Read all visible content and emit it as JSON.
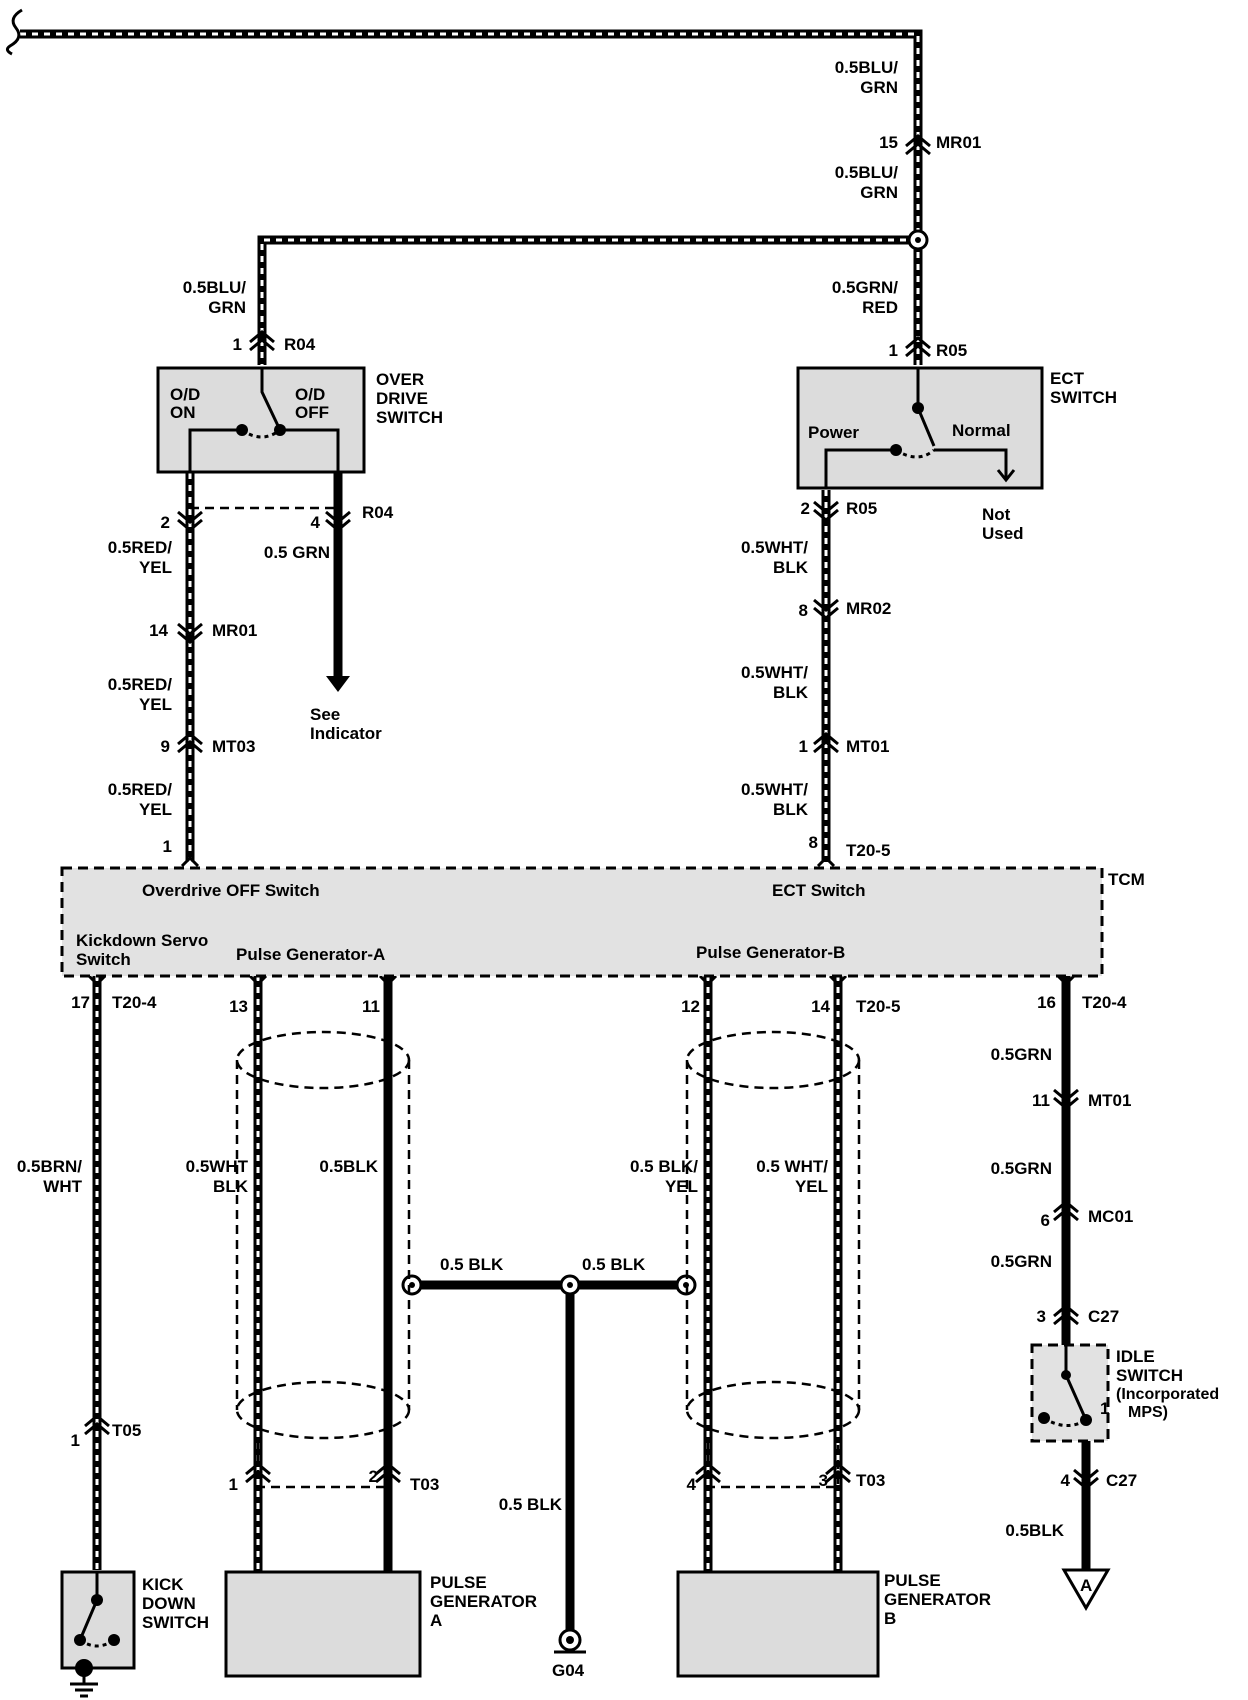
{
  "wires": {
    "top_a": [
      "0.5BLU/",
      "GRN"
    ],
    "top_b": [
      "0.5BLU/",
      "GRN"
    ],
    "od_feed": [
      "0.5BLU/",
      "GRN"
    ],
    "ect_feed": [
      "0.5GRN/",
      "RED"
    ],
    "od_out_1": [
      "0.5RED/",
      "YEL"
    ],
    "od_out_2": [
      "0.5RED/",
      "YEL"
    ],
    "od_out_3": [
      "0.5RED/",
      "YEL"
    ],
    "od_grn": "0.5 GRN",
    "ect_out_1": [
      "0.5WHT/",
      "BLK"
    ],
    "ect_out_2": [
      "0.5WHT/",
      "BLK"
    ],
    "ect_out_3": [
      "0.5WHT/",
      "BLK"
    ],
    "kickdown": [
      "0.5BRN/",
      "WHT"
    ],
    "pga_1": [
      "0.5WHT",
      "BLK"
    ],
    "pga_2": "0.5BLK",
    "pgb_1": [
      "0.5 BLK/",
      "YEL"
    ],
    "pgb_2": [
      "0.5 WHT/",
      "YEL"
    ],
    "gnd_l": "0.5 BLK",
    "gnd_r": "0.5 BLK",
    "gnd_down": "0.5 BLK",
    "idle_1": "0.5GRN",
    "idle_2": "0.5GRN",
    "idle_3": "0.5GRN",
    "idle_out": "0.5BLK"
  },
  "connectors": {
    "mr01_top": {
      "pin": "15",
      "name": "MR01"
    },
    "r04_top": {
      "pin": "1",
      "name": "R04"
    },
    "r04_bot_a": {
      "pin": "2"
    },
    "r04_bot_b": {
      "pin": "4",
      "name": "R04"
    },
    "mr01_left": {
      "pin": "14",
      "name": "MR01"
    },
    "mt03": {
      "pin": "9",
      "name": "MT03"
    },
    "r05_top": {
      "pin": "1",
      "name": "R05"
    },
    "r05_bot": {
      "pin": "2",
      "name": "R05"
    },
    "mr02": {
      "pin": "8",
      "name": "MR02"
    },
    "mt01_r": {
      "pin": "1",
      "name": "MT01"
    },
    "tcm_in_l": {
      "pin": "1"
    },
    "tcm_in_r": {
      "pin": "8",
      "name": "T20-5"
    },
    "tcm_17": {
      "pin": "17",
      "name": "T20-4"
    },
    "tcm_13": {
      "pin": "13"
    },
    "tcm_11": {
      "pin": "11"
    },
    "tcm_12": {
      "pin": "12"
    },
    "tcm_14": {
      "pin": "14",
      "name": "T20-5"
    },
    "tcm_16": {
      "pin": "16",
      "name": "T20-4"
    },
    "mt01_idle": {
      "pin": "11",
      "name": "MT01"
    },
    "mc01": {
      "pin": "6",
      "name": "MC01"
    },
    "c27_top": {
      "pin": "3",
      "name": "C27"
    },
    "c27_bot": {
      "pin": "4",
      "name": "C27"
    },
    "t05": {
      "pin": "1",
      "name": "T05"
    },
    "t03_a1": {
      "pin": "1"
    },
    "t03_a2": {
      "pin": "2",
      "name": "T03"
    },
    "t03_b4": {
      "pin": "4"
    },
    "t03_b3": {
      "pin": "3",
      "name": "T03"
    }
  },
  "components": {
    "od_switch": {
      "title": [
        "OVER",
        "DRIVE",
        "SWITCH"
      ],
      "on_label": [
        "O/D",
        "ON"
      ],
      "off_label": [
        "O/D",
        "OFF"
      ]
    },
    "ect_switch": {
      "title": [
        "ECT",
        "SWITCH"
      ],
      "power": "Power",
      "normal": "Normal",
      "not_used": [
        "Not",
        "Used"
      ]
    },
    "see_indicator": [
      "See",
      "Indicator"
    ],
    "tcm": {
      "title": "TCM",
      "od_off": "Overdrive OFF Switch",
      "ect": "ECT Switch",
      "kickdown": [
        "Kickdown Servo",
        "Switch"
      ],
      "pga": "Pulse Generator-A",
      "pgb": "Pulse Generator-B"
    },
    "kickdown_switch": [
      "KICK",
      "DOWN",
      "SWITCH"
    ],
    "pulse_gen_a": [
      "PULSE",
      "GENERATOR",
      "A"
    ],
    "pulse_gen_b": [
      "PULSE",
      "GENERATOR",
      "B"
    ],
    "ground": "G04",
    "idle_switch": {
      "title": [
        "IDLE",
        "SWITCH",
        "(Incorporated",
        "MPS)"
      ],
      "pin": "1"
    },
    "off_page_ref": "A"
  }
}
